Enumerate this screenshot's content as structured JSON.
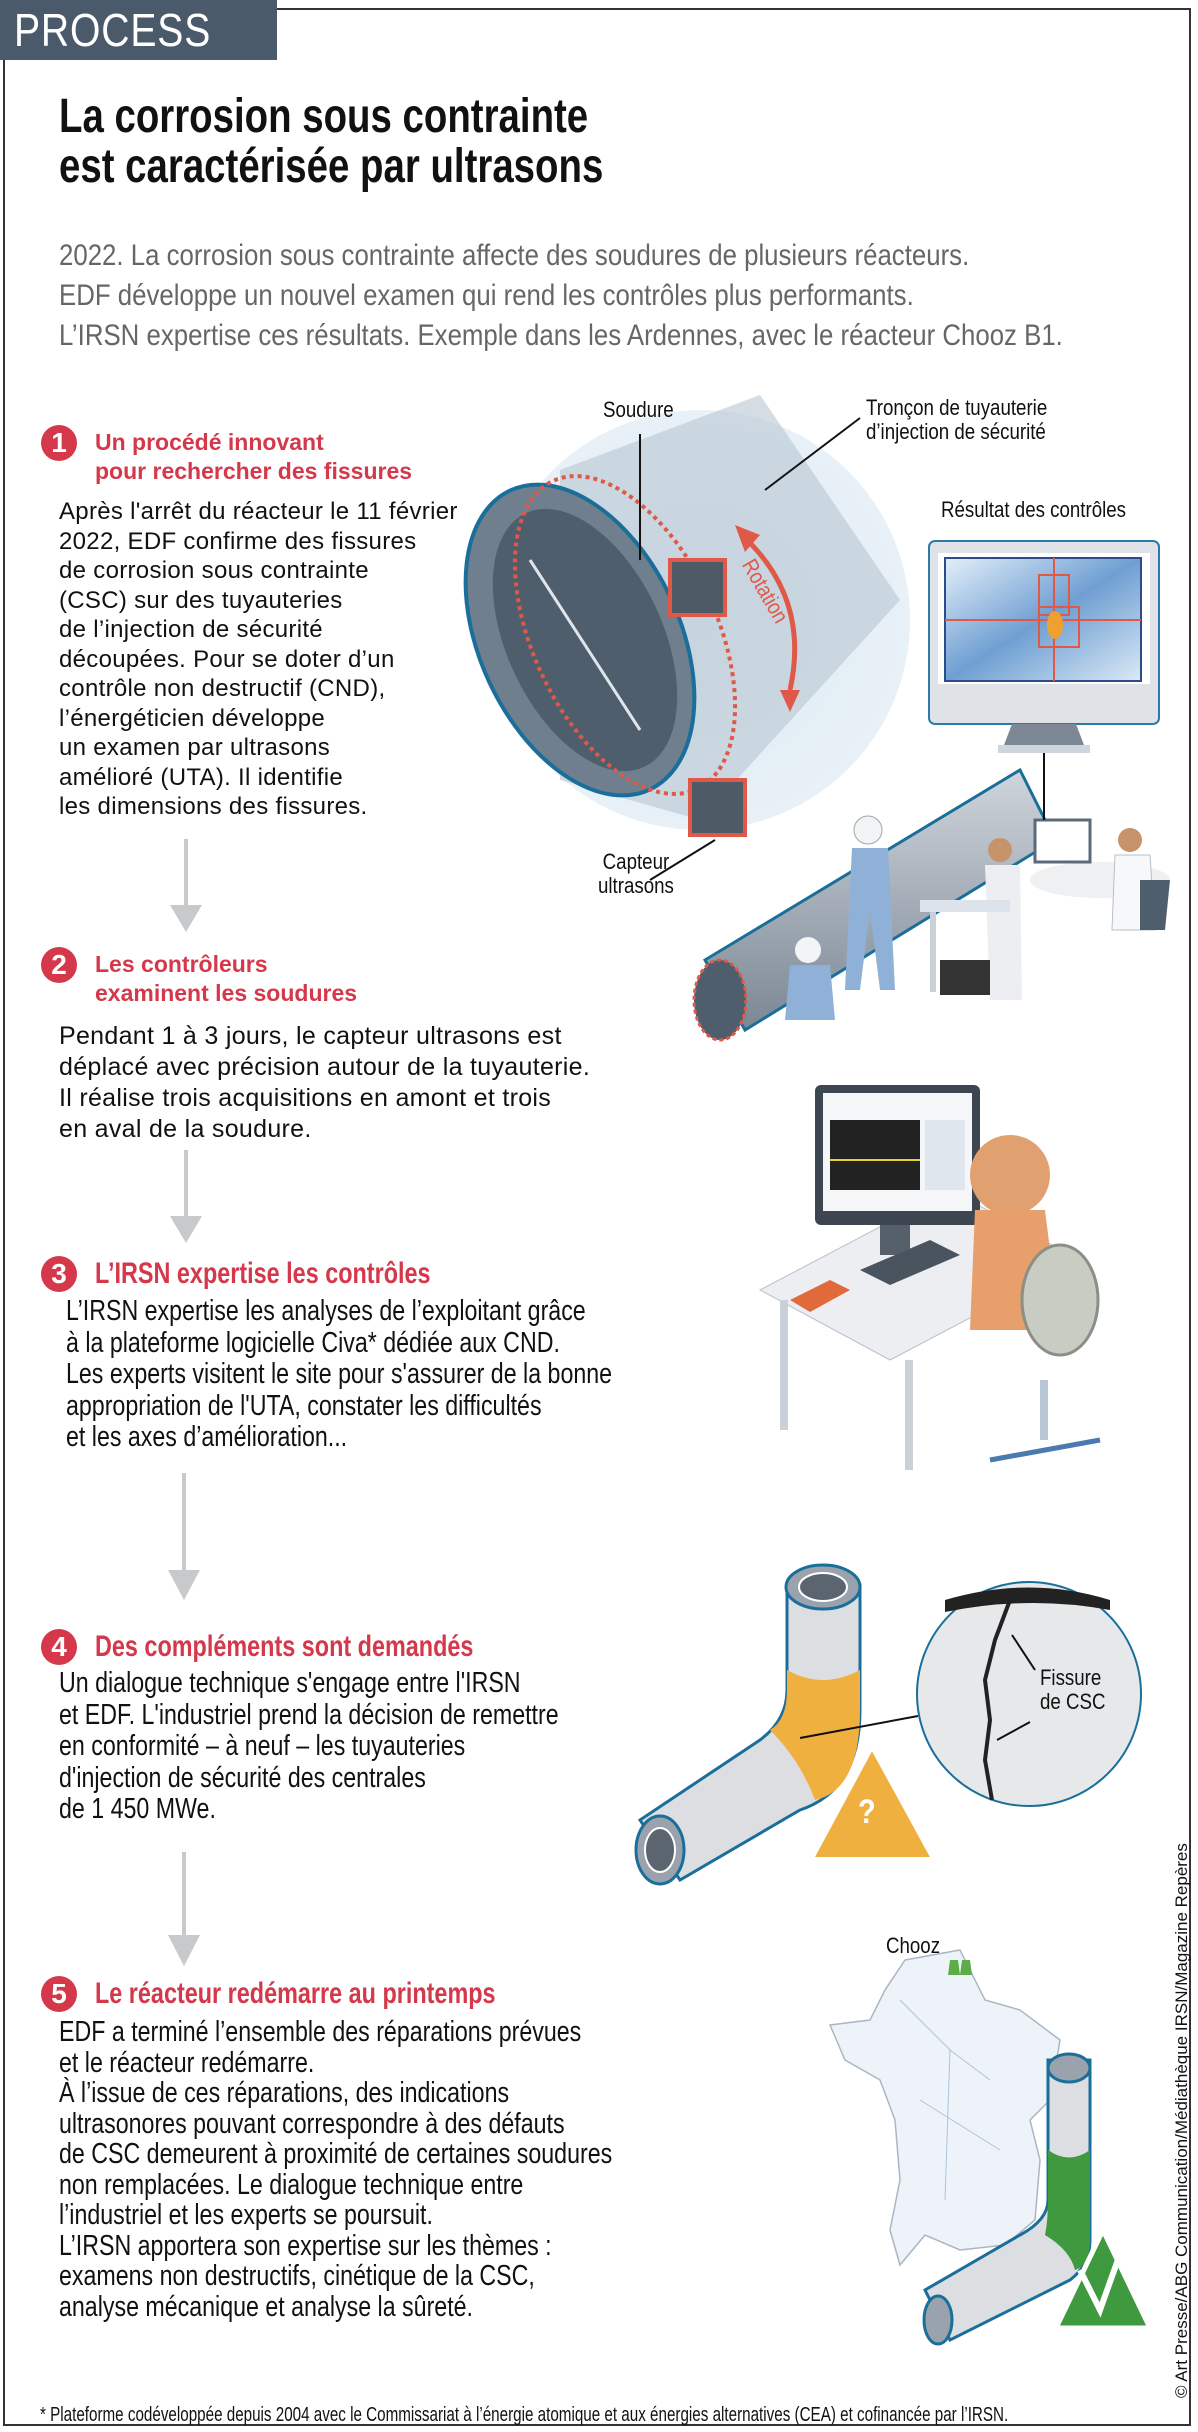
{
  "tag": "PROCESS",
  "title": [
    "La corrosion sous contrainte",
    "est caractérisée par ultrasons"
  ],
  "intro": [
    "2022. La corrosion sous contrainte affecte des soudures de plusieurs réacteurs.",
    "EDF développe un nouvel examen qui rend les contrôles plus performants.",
    "L’IRSN expertise ces résultats. Exemple dans les Ardennes, avec le réacteur Chooz B1."
  ],
  "steps": [
    {
      "number": "1",
      "heading": [
        "Un procédé innovant",
        "pour rechercher des fissures"
      ],
      "body": [
        "Après l'arrêt du réacteur le 11 février",
        "2022, EDF confirme des fissures",
        "de corrosion sous contrainte",
        "(CSC) sur des tuyauteries",
        "de l’injection de sécurité",
        "découpées. Pour se doter d’un",
        "contrôle non destructif (CND),",
        "l’énergéticien développe",
        "un examen par ultrasons",
        "amélioré (UTA). Il identifie",
        "les dimensions des fissures."
      ]
    },
    {
      "number": "2",
      "heading": [
        "Les contrôleurs",
        "examinent les soudures"
      ],
      "body": [
        "Pendant 1 à 3 jours, le capteur ultrasons est",
        "déplacé avec précision autour de la tuyauterie.",
        "Il réalise trois acquisitions en amont et trois",
        "en aval de la soudure."
      ]
    },
    {
      "number": "3",
      "heading": [
        "L’IRSN expertise les contrôles"
      ],
      "body": [
        "L’IRSN expertise les analyses de l’exploitant grâce",
        "à la plateforme logicielle Civa* dédiée aux CND.",
        "Les experts visitent le site pour s'assurer de la bonne",
        "appropriation de l'UTA, constater les difficultés",
        "et les axes d’amélioration..."
      ]
    },
    {
      "number": "4",
      "heading": [
        "Des compléments sont demandés"
      ],
      "body": [
        "Un dialogue technique s'engage entre l'IRSN",
        "et EDF. L'industriel prend la décision de remettre",
        "en conformité – à neuf – les tuyauteries",
        "d'injection de sécurité des centrales",
        "de 1 450 MWe."
      ]
    },
    {
      "number": "5",
      "heading": [
        "Le réacteur redémarre au printemps"
      ],
      "body": [
        "EDF a terminé l’ensemble des réparations prévues",
        "et le réacteur redémarre.",
        "À l’issue de ces réparations, des indications",
        "ultrasonores pouvant correspondre à des défauts",
        "de CSC demeurent à proximité de certaines soudures",
        "non remplacées. Le dialogue technique entre",
        "l’industriel et les experts se poursuit.",
        "L’IRSN apportera son expertise sur les thèmes :",
        "examens non destructifs, cinétique de la CSC,",
        "analyse mécanique et analyse la sûreté."
      ]
    }
  ],
  "labels": {
    "soudure": "Soudure",
    "troncon": [
      "Tronçon de tuyauterie",
      "d’injection de sécurité"
    ],
    "rotation": "Rotation",
    "resultat": "Résultat des contrôles",
    "capteur": [
      "Capteur",
      "ultrasons"
    ],
    "fissure": [
      "Fissure",
      "de CSC"
    ],
    "question_mark": "?",
    "chooz": "Chooz"
  },
  "footnote": "* Plateforme codéveloppée depuis 2004 avec le Commissariat à l’énergie atomique et aux énergies alternatives (CEA) et cofinancée par l’IRSN.",
  "credit": "© Art Presse/ABG Communication/Médiathèque IRSN/Magazine Repères",
  "colors": {
    "accent": "#d4384a",
    "tag_bg": "#4a5a6b",
    "warning": "#f0b040",
    "ok": "#3f9a3f",
    "arrow": "#c8c9cb"
  }
}
